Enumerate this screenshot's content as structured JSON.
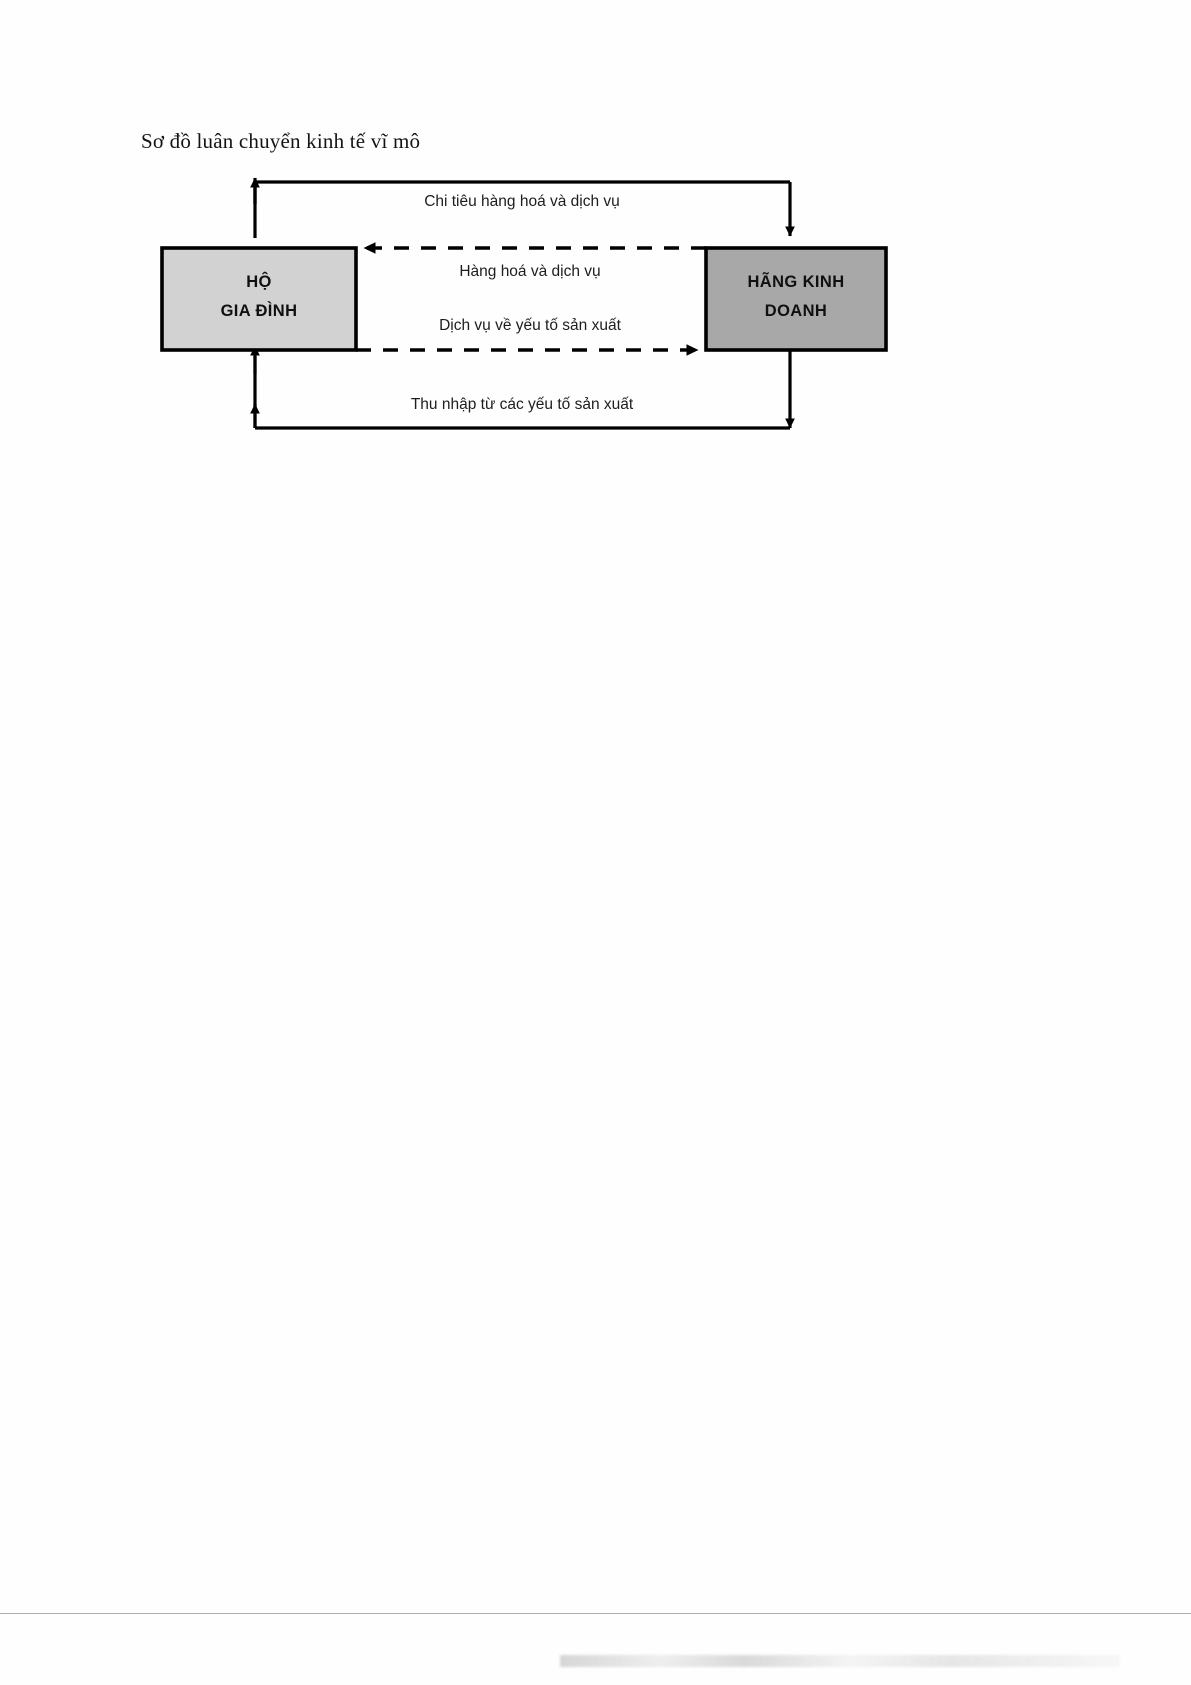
{
  "document": {
    "title": "Sơ đồ luân chuyển kinh tế vĩ mô"
  },
  "diagram": {
    "type": "circular-flow",
    "nodes": [
      {
        "id": "households",
        "line1": "HỘ",
        "line2": "GIA ĐÌNH",
        "fill": "#d2d2d2",
        "stroke": "#000000"
      },
      {
        "id": "firms",
        "line1": "HÃNG KINH",
        "line2": "DOANH",
        "fill": "#a8a8a8",
        "stroke": "#000000"
      }
    ],
    "flows": [
      {
        "id": "expenditure",
        "label": "Chi tiêu hàng hoá và dịch vụ",
        "style": "solid",
        "from": "firms",
        "to": "households",
        "position": "top"
      },
      {
        "id": "goods-services",
        "label": "Hàng hoá và dịch vụ",
        "style": "dashed",
        "from": "firms",
        "to": "households",
        "position": "upper-middle"
      },
      {
        "id": "factor-services",
        "label": "Dịch vụ về yếu tố sản xuất",
        "style": "dashed",
        "from": "households",
        "to": "firms",
        "position": "lower-middle"
      },
      {
        "id": "factor-income",
        "label": "Thu nhập từ các yếu tố sản xuất",
        "style": "solid",
        "from": "firms",
        "to": "households",
        "position": "bottom"
      }
    ]
  }
}
